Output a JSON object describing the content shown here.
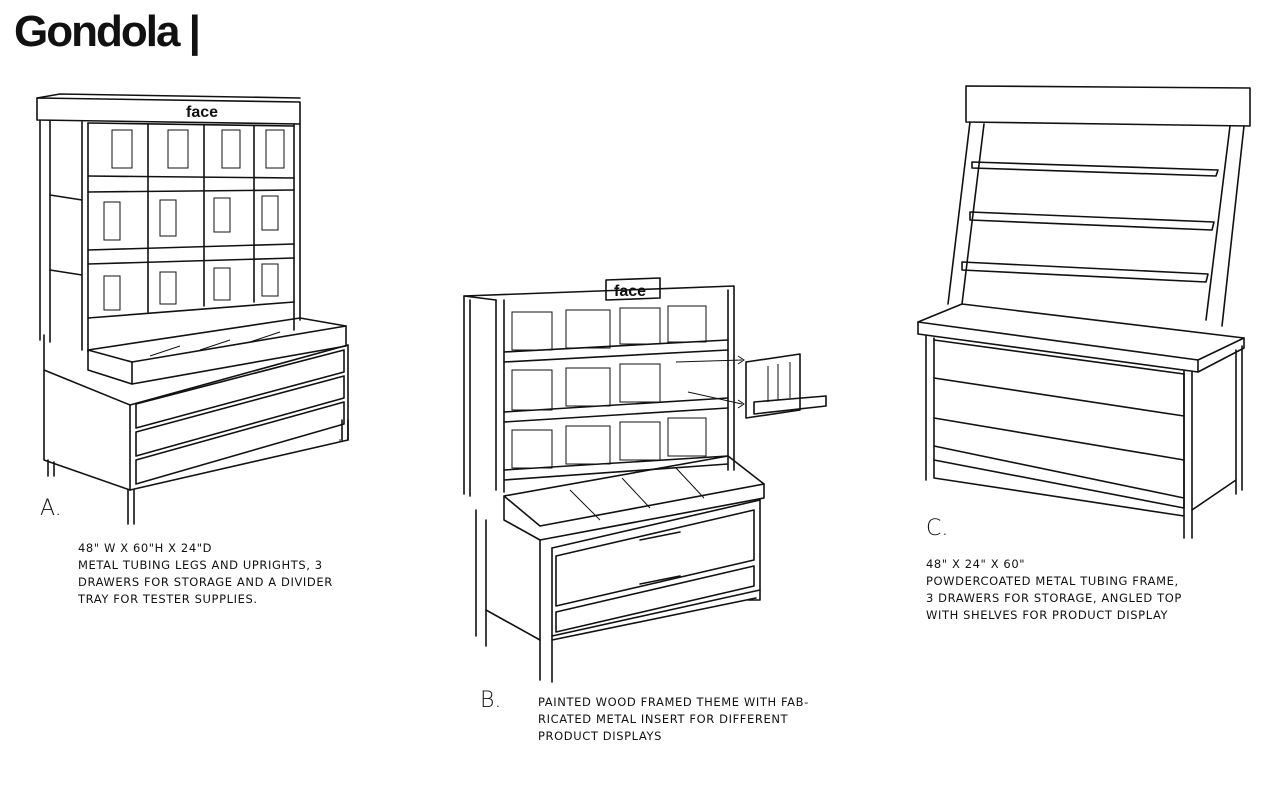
{
  "page": {
    "title": "Gondola |"
  },
  "units": [
    {
      "label": "A.",
      "sign": "face",
      "caption_lines": [
        "48\" W x 60\"H x 24\"D",
        "Metal tubing legs and uprights, 3",
        "drawers for storage and a divider",
        "tray for tester supplies."
      ]
    },
    {
      "label": "B.",
      "sign": "face",
      "caption_lines": [
        "Painted wood framed theme with fab-",
        "ricated metal insert for different",
        "product displays"
      ]
    },
    {
      "label": "C.",
      "sign": "",
      "caption_lines": [
        "48\" x 24\" x 60\"",
        "Powdercoated metal tubing frame,",
        "3 drawers for storage, angled top",
        "with shelves for product display"
      ]
    }
  ]
}
